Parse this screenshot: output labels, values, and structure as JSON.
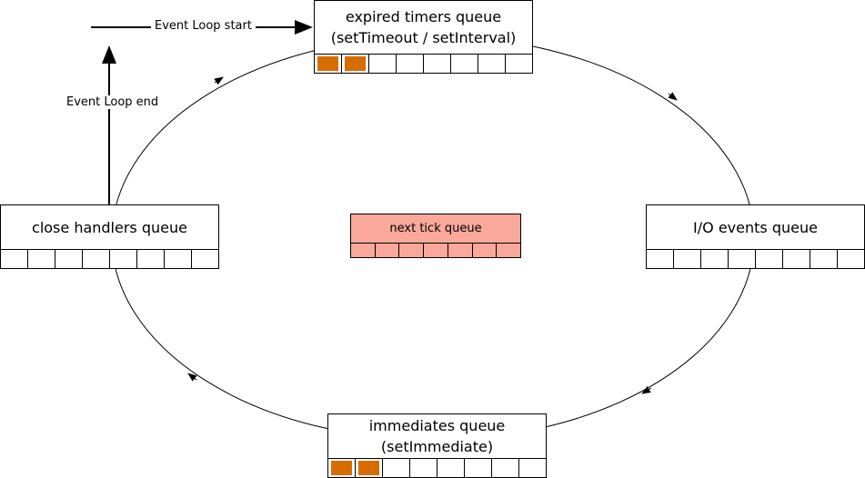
{
  "diagram": {
    "queues": {
      "timers": {
        "line1": "expired timers queue",
        "line2": "(setTimeout / setInterval)",
        "slots": 8,
        "filled": 2
      },
      "io": {
        "line1": "I/O events queue",
        "slots": 8,
        "filled": 0
      },
      "immediates": {
        "line1": "immediates queue",
        "line2": "(setImmediate)",
        "slots": 8,
        "filled": 2
      },
      "close": {
        "line1": "close handlers queue",
        "slots": 8,
        "filled": 0
      },
      "next_tick": {
        "line1": "next tick queue",
        "slots": 7,
        "filled": 0
      }
    },
    "labels": {
      "loop_start": "Event Loop start",
      "loop_end": "Event Loop end"
    },
    "colors": {
      "filled_slot": "#d96c00",
      "next_tick_bg": "#f9a89a",
      "line": "#000000"
    }
  }
}
